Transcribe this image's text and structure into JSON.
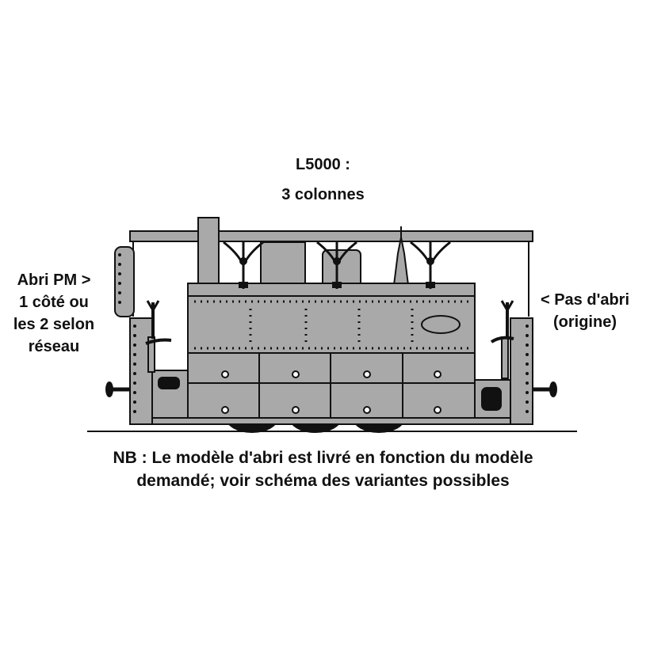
{
  "title": "L5000 :",
  "subtitle": "3 colonnes",
  "left_note": [
    "Abri PM >",
    "1 côté ou",
    "les 2 selon",
    "réseau"
  ],
  "right_note": [
    "< Pas d'abri",
    "(origine)"
  ],
  "nb_note": [
    "NB : Le modèle d'abri est livré en fonction du modèle",
    "demandé; voir schéma des variantes possibles"
  ],
  "colors": {
    "body_fill": "#a9a9a9",
    "outline": "#111111",
    "background": "#ffffff"
  }
}
